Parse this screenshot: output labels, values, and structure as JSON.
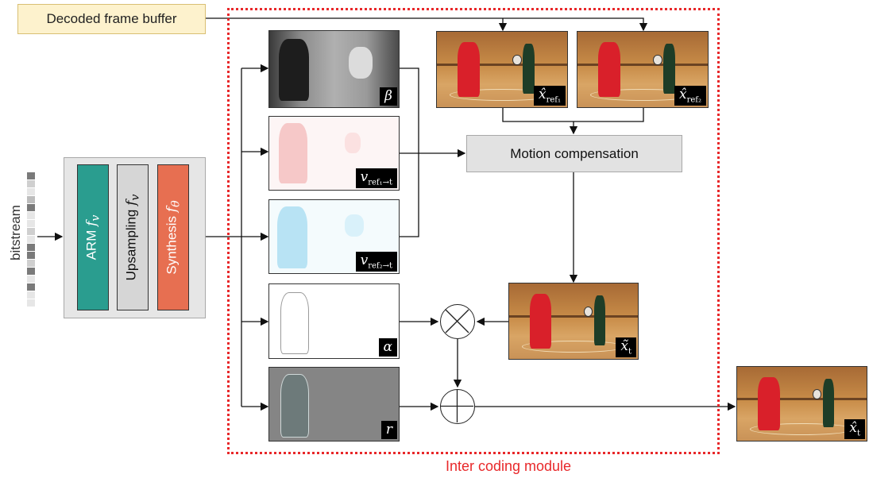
{
  "decoded_frame_buffer": "Decoded frame buffer",
  "inter_coding_module": "Inter coding module",
  "bitstream": "bitstream",
  "decoder": {
    "arm": {
      "text": "ARM ",
      "math": "f",
      "sub": "v",
      "color": "#2a9d8f"
    },
    "upsampling": {
      "text": "Upsampling ",
      "math": "f",
      "sub": "v",
      "color": "#d6d6d6"
    },
    "synthesis": {
      "text": "Synthesis ",
      "math": "f",
      "sub": "θ",
      "color": "#e76f51"
    }
  },
  "motion_compensation": "Motion compensation",
  "tags": {
    "beta": "β",
    "v1_main": "v",
    "v1_sub": "ref₁→t",
    "v2_main": "v",
    "v2_sub": "ref₂→t",
    "alpha": "α",
    "r": "r",
    "xref1_main": "x̂",
    "xref1_sub": "ref₁",
    "xref2_main": "x̂",
    "xref2_sub": "ref₂",
    "xtilde_main": "x̃",
    "xtilde_sub": "t",
    "xhat_main": "x̂",
    "xhat_sub": "t"
  },
  "colors": {
    "dotted_border": "#e8282a",
    "buffer_fill": "#fdf2cd"
  }
}
